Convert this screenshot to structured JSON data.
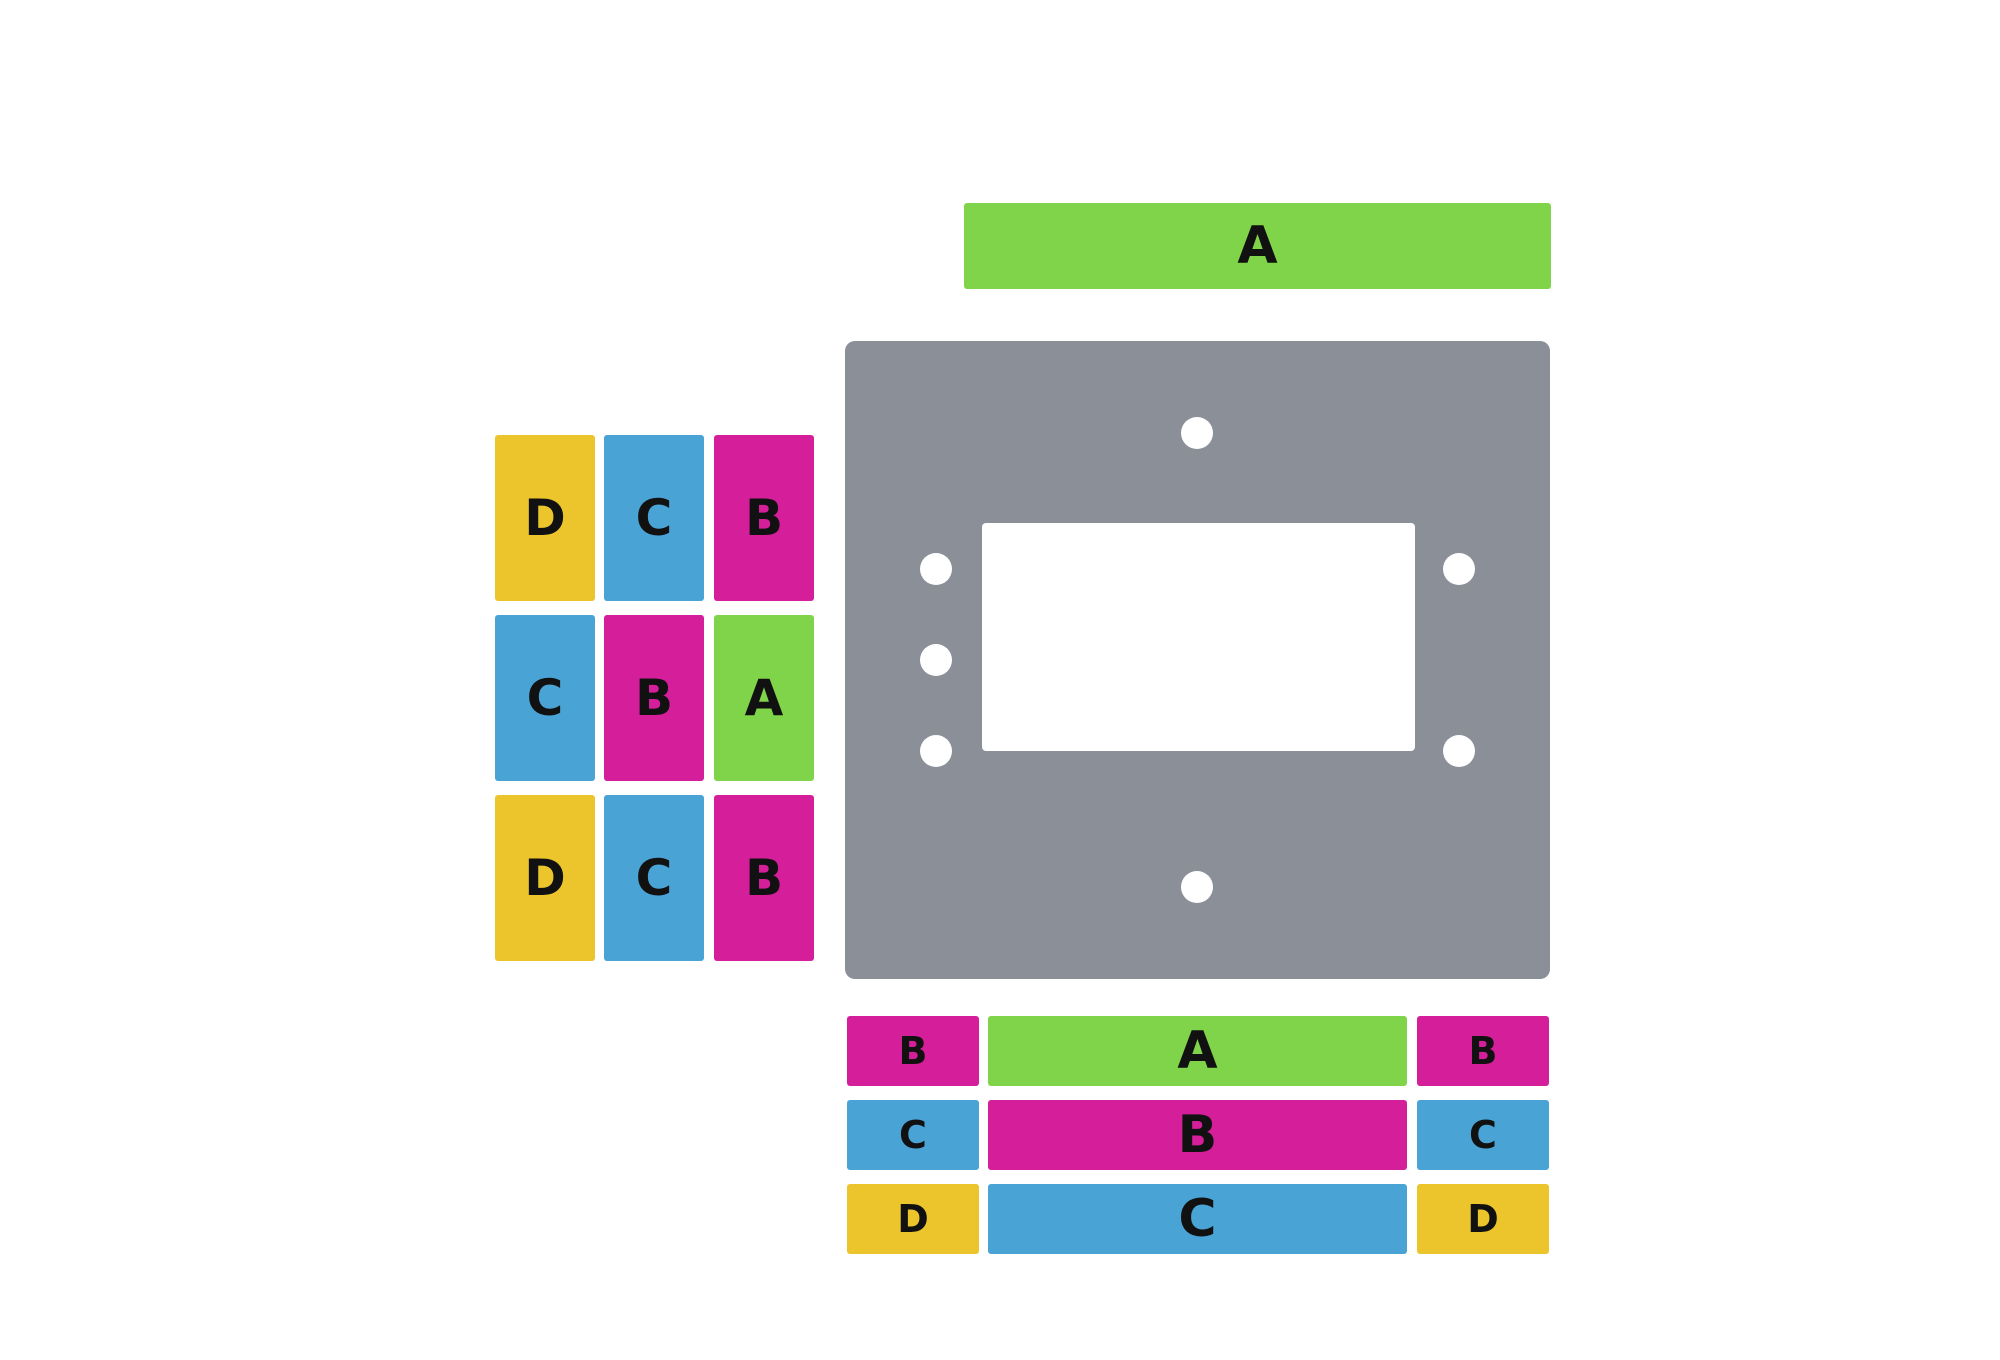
{
  "colors": {
    "A": "#7fd449",
    "B": "#d41e9a",
    "C": "#4aa3d5",
    "D": "#ecc52c",
    "plate": "#8b8f98"
  },
  "top_bar": {
    "label": "A",
    "color_key": "A"
  },
  "left_grid": [
    [
      {
        "label": "D",
        "color_key": "D"
      },
      {
        "label": "C",
        "color_key": "C"
      },
      {
        "label": "B",
        "color_key": "B"
      }
    ],
    [
      {
        "label": "C",
        "color_key": "C"
      },
      {
        "label": "B",
        "color_key": "B"
      },
      {
        "label": "A",
        "color_key": "A"
      }
    ],
    [
      {
        "label": "D",
        "color_key": "D"
      },
      {
        "label": "C",
        "color_key": "C"
      },
      {
        "label": "B",
        "color_key": "B"
      }
    ]
  ],
  "bottom_rows": [
    {
      "left": {
        "label": "B",
        "color_key": "B"
      },
      "center": {
        "label": "A",
        "color_key": "A"
      },
      "right": {
        "label": "B",
        "color_key": "B"
      }
    },
    {
      "left": {
        "label": "C",
        "color_key": "C"
      },
      "center": {
        "label": "B",
        "color_key": "B"
      },
      "right": {
        "label": "C",
        "color_key": "C"
      }
    },
    {
      "left": {
        "label": "D",
        "color_key": "D"
      },
      "center": {
        "label": "C",
        "color_key": "C"
      },
      "right": {
        "label": "D",
        "color_key": "D"
      }
    }
  ]
}
